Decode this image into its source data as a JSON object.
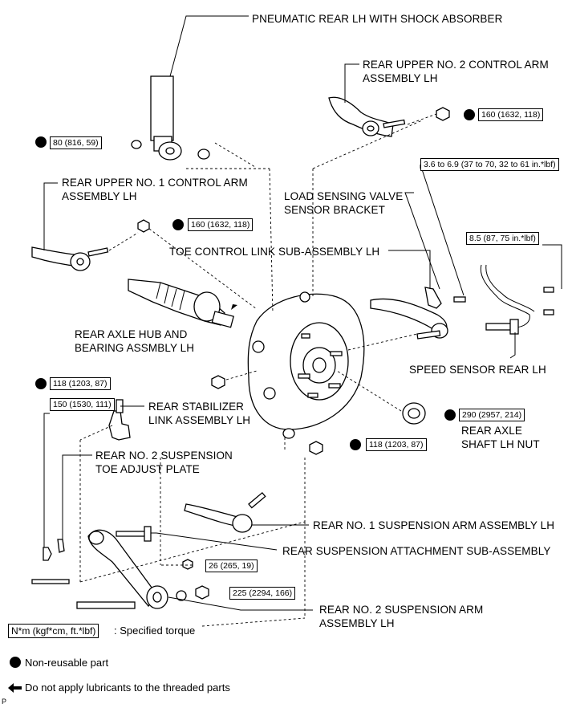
{
  "labels": {
    "shock": "PNEUMATIC REAR LH WITH SHOCK ABSORBER",
    "upper2_l1": "REAR UPPER NO. 2 CONTROL ARM",
    "upper2_l2": "ASSEMBLY LH",
    "upper1_l1": "REAR UPPER NO. 1 CONTROL ARM",
    "upper1_l2": "ASSEMBLY LH",
    "load_l1": "LOAD SENSING VALVE",
    "load_l2": "SENSOR BRACKET",
    "toe_link": "TOE CONTROL LINK SUB-ASSEMBLY LH",
    "hub_l1": "REAR AXLE HUB AND",
    "hub_l2": "BEARING ASSMBLY LH",
    "speed_sensor": "SPEED SENSOR REAR LH",
    "stab_l1": "REAR STABILIZER",
    "stab_l2": "LINK ASSEMBLY LH",
    "toe_plate_l1": "REAR NO. 2 SUSPENSION",
    "toe_plate_l2": "TOE ADJUST PLATE",
    "nut_l1": "REAR AXLE",
    "nut_l2": "SHAFT LH NUT",
    "arm1": "REAR NO. 1 SUSPENSION ARM ASSEMBLY LH",
    "attach": "REAR SUSPENSION ATTACHMENT SUB-ASSEMBLY",
    "arm2_l1": "REAR NO. 2 SUSPENSION ARM",
    "arm2_l2": "ASSEMBLY LH"
  },
  "torques": {
    "t_shock": "80 (816, 59)",
    "t_upper2": "160 (1632, 118)",
    "t_bracket": "3.6 to 6.9 (37 to 70, 32 to 61 in.*lbf)",
    "t_upper1": "160 (1632, 118)",
    "t_sensor": "8.5 (87, 75 in.*lbf)",
    "t_hub": "118 (1203, 87)",
    "t_stab": "150 (1530, 111)",
    "t_nut": "290 (2957, 214)",
    "t_arm1": "118 (1203, 87)",
    "t_attach": "26 (265, 19)",
    "t_arm2": "225 (2294, 166)"
  },
  "legend": {
    "unit_box": "N*m (kgf*cm, ft.*lbf)",
    "unit_text": ": Specified torque",
    "nonreusable": "Non-reusable part",
    "no_lube": "Do not apply lubricants to the threaded parts",
    "corner": "P"
  },
  "icons": [
    "non-reusable-dot-icon",
    "arrow-left-icon"
  ]
}
